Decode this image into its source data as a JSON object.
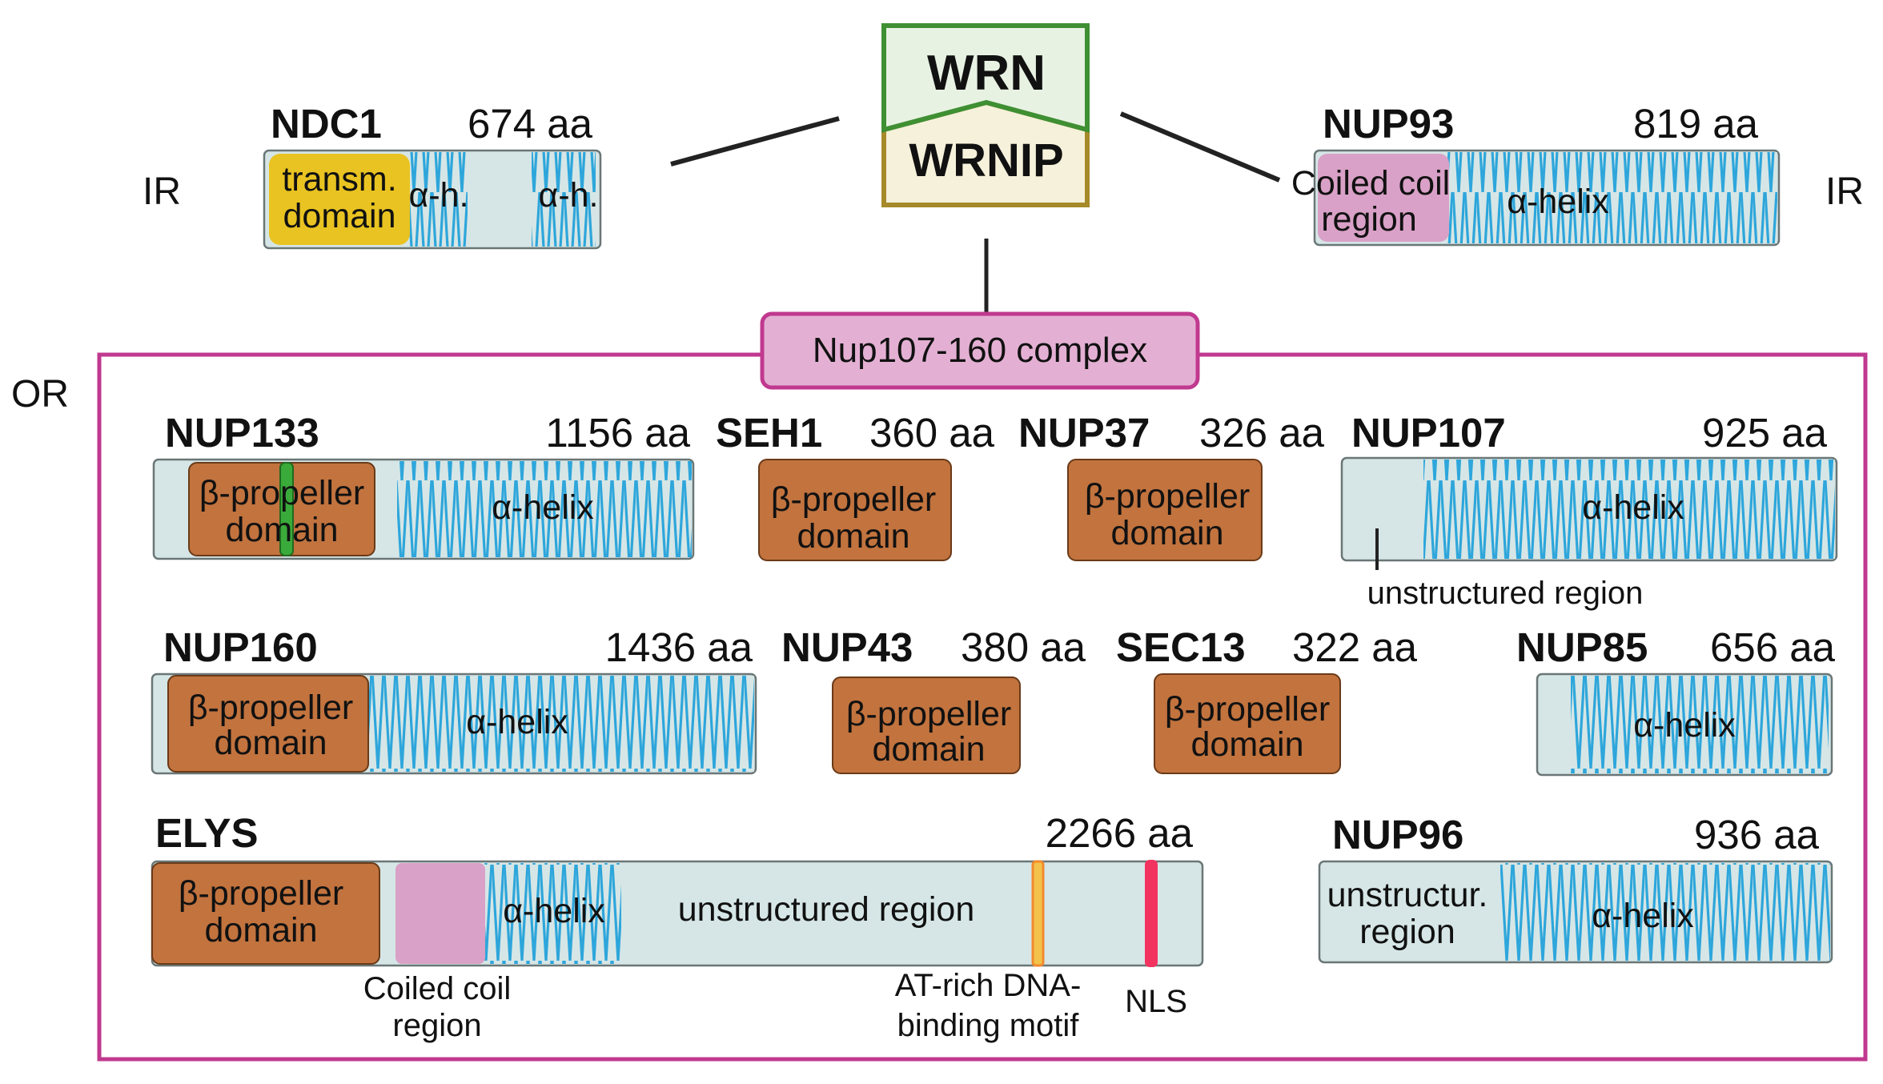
{
  "colors": {
    "track": "#d6e6e6",
    "track_border": "#6a7676",
    "helix": "#2ea6db",
    "propeller": "#c2733e",
    "coiled": "#d9a1c7",
    "transmembrane": "#e9c321",
    "frame": "#c0398f",
    "nls": "#f2325f",
    "at_rich": "#f28a2e",
    "green_mark": "#3aaa3a",
    "wrn_fill": "#e8f2e3",
    "wrn_border": "#3f8f33",
    "wrnip_fill": "#f6f1da",
    "wrnip_border": "#a68a2a"
  },
  "hub": {
    "wrn": "WRN",
    "wrnip": "WRNIP"
  },
  "side_labels": {
    "ir_left": "IR",
    "ir_right": "IR",
    "or": "OR"
  },
  "complex_label": "Nup107-160 complex",
  "proteins": {
    "ndc1": {
      "name": "NDC1",
      "length": "674 aa",
      "domains": [
        "transm.",
        "domain",
        "α-h.",
        "α-h."
      ]
    },
    "nup93": {
      "name": "NUP93",
      "length": "819 aa",
      "domains": [
        "Coiled coil",
        "region",
        "α-helix"
      ]
    },
    "nup133": {
      "name": "NUP133",
      "length": "1156 aa",
      "domains": [
        "β-propeller",
        "domain",
        "α-helix"
      ]
    },
    "seh1": {
      "name": "SEH1",
      "length": "360 aa",
      "domains": [
        "β-propeller",
        "domain"
      ]
    },
    "nup37": {
      "name": "NUP37",
      "length": "326 aa",
      "domains": [
        "β-propeller",
        "domain"
      ]
    },
    "nup107": {
      "name": "NUP107",
      "length": "925 aa",
      "domains": [
        "α-helix",
        "unstructured region"
      ]
    },
    "nup160": {
      "name": "NUP160",
      "length": "1436 aa",
      "domains": [
        "β-propeller",
        "domain",
        "α-helix"
      ]
    },
    "nup43": {
      "name": "NUP43",
      "length": "380 aa",
      "domains": [
        "β-propeller",
        "domain"
      ]
    },
    "sec13": {
      "name": "SEC13",
      "length": "322 aa",
      "domains": [
        "β-propeller",
        "domain"
      ]
    },
    "nup85": {
      "name": "NUP85",
      "length": "656 aa",
      "domains": [
        "α-helix"
      ]
    },
    "elys": {
      "name": "ELYS",
      "length": "2266 aa",
      "domains": [
        "β-propeller",
        "domain",
        "α-helix",
        "unstructured region"
      ],
      "annotations": [
        "Coiled coil",
        "region",
        "AT-rich DNA-",
        "binding motif",
        "NLS"
      ]
    },
    "nup96": {
      "name": "NUP96",
      "length": "936 aa",
      "domains": [
        "unstructur.",
        "region",
        "α-helix"
      ]
    }
  }
}
